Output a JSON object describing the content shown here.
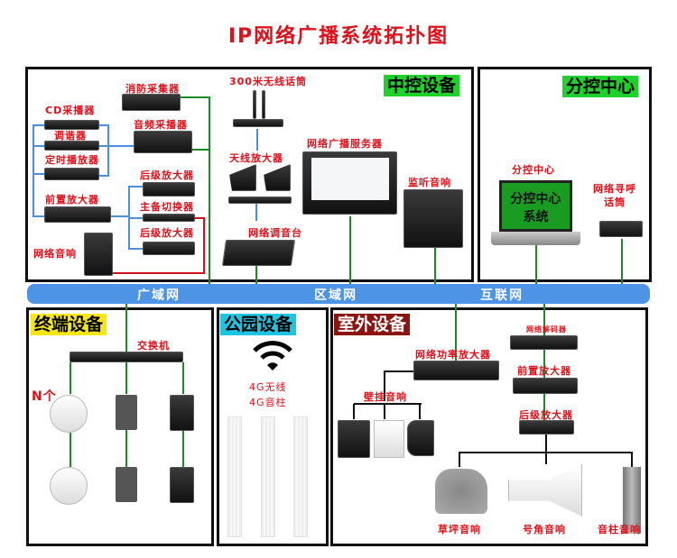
{
  "title": "IP网络广播系统拓扑图",
  "sections": {
    "central": "中控设备",
    "branch": "分控中心",
    "terminal": "终端设备",
    "park": "公园设备",
    "outdoor": "室外设备"
  },
  "network": {
    "wan": "广域网",
    "lan": "区域网",
    "internet": "互联网"
  },
  "central": {
    "fire": "消防采集器",
    "cd": "CD采播器",
    "tuner": "调谐器",
    "timer": "定时播放器",
    "audio": "音频采播器",
    "power_amp1": "后级放大器",
    "switcher": "主备切换器",
    "power_amp2": "后级放大器",
    "preamp": "前置放大器",
    "net_speaker": "网络音响",
    "wireless_mic": "300米无线话筒",
    "antenna": "天线放大器",
    "mixer": "网络调音台",
    "server": "网络广播服务器",
    "monitor": "监听音响"
  },
  "branch": {
    "center_label": "分控中心",
    "screen_line1": "分控中心",
    "screen_line2": "系统",
    "paging_mic": "网络寻呼话筒"
  },
  "terminal": {
    "switch": "交换机",
    "count": "N个"
  },
  "park": {
    "line1": "4G无线",
    "line2": "4G音柱"
  },
  "outdoor": {
    "decoder": "网络解码器",
    "net_amp": "网络功率放大器",
    "wall": "壁挂音响",
    "preamp": "前置放大器",
    "power_amp": "后级放大器",
    "lawn": "草坪音响",
    "horn": "号角音响",
    "column": "音柱音响"
  },
  "colors": {
    "red": "#e0101a",
    "green": "#1fd12b",
    "yellow": "#f5e615",
    "cyan": "#1fc5e0",
    "maroon": "#8b1410",
    "net": "#4d93e6"
  }
}
